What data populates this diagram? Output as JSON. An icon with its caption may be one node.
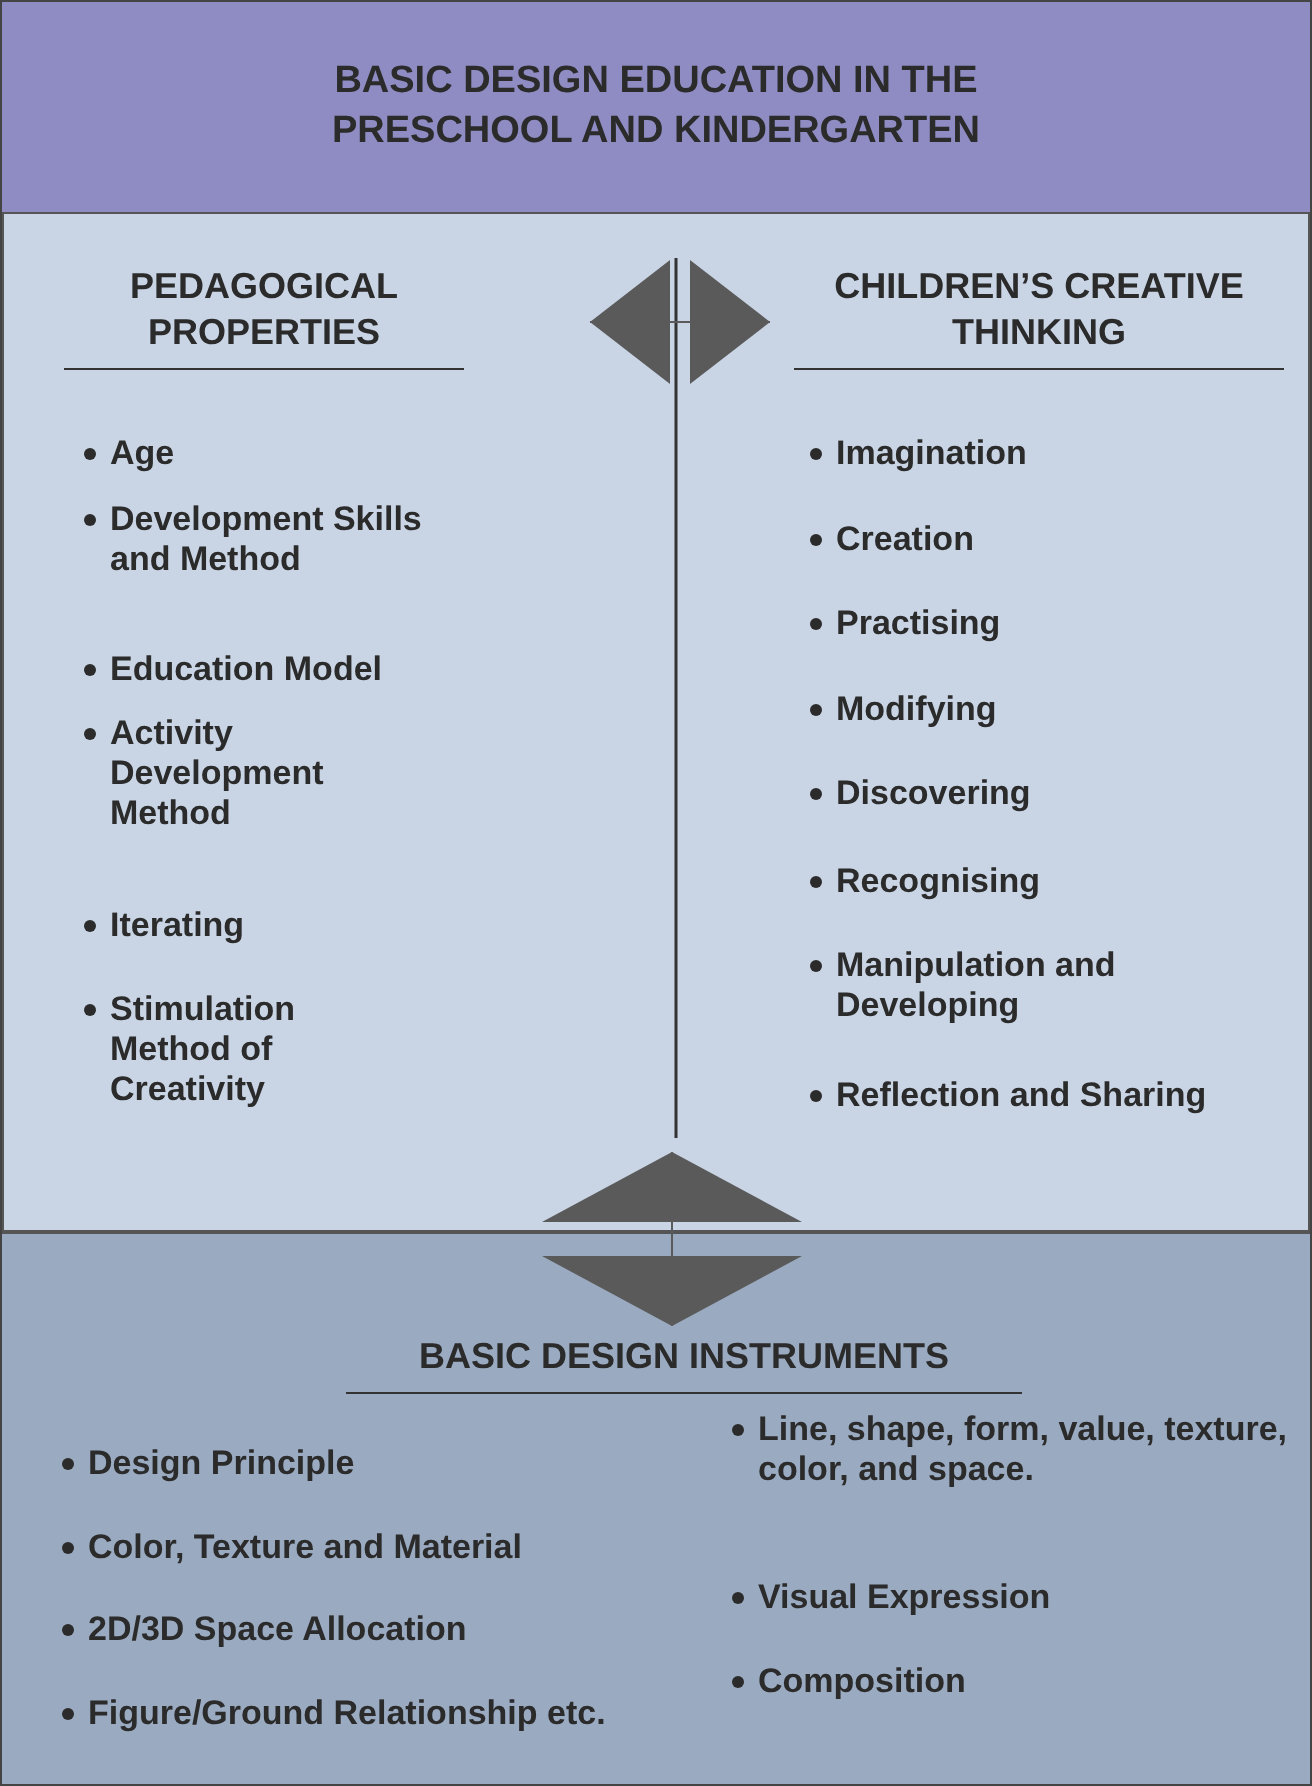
{
  "diagram": {
    "nodes": [
      {
        "text": [
          "BASIC DESIGN EDUCATION IN THE PRESCHOOL AND KINDERGARTEN"
        ]
      },
      {
        "text": [],
        "shape": "box"
      },
      {
        "text": [
          "PEDAGOGICAL PROPERTIES",
          "Age",
          "Development Skills and Method",
          "Education Model",
          "Activity Development Method",
          "Iterating",
          "Stimulation Method of Creativity"
        ],
        "in": 1
      },
      {
        "text": [
          "CHILDREN’S CREATIVE THINKING",
          "Imagination",
          "Creation",
          "Practising",
          "Modifying",
          "Discovering",
          "Recognising",
          "Manipulation and Developing",
          "Reflection and Sharing"
        ],
        "in": 1
      },
      {
        "text": [
          "BASIC DESIGN INSTRUMENTS",
          "Design Principle",
          "Color, Texture and Material",
          "2D/3D Space Allocation",
          "Figure/Ground Relationship etc.",
          "Line, shape, form, value, texture, color, and space.",
          "Visual Expression",
          "Composition"
        ]
      }
    ],
    "edges": [
      {
        "from": 2,
        "to": 3,
        "arrow": "both"
      },
      {
        "from": 1,
        "to": 4,
        "arrow": "both"
      }
    ]
  }
}
